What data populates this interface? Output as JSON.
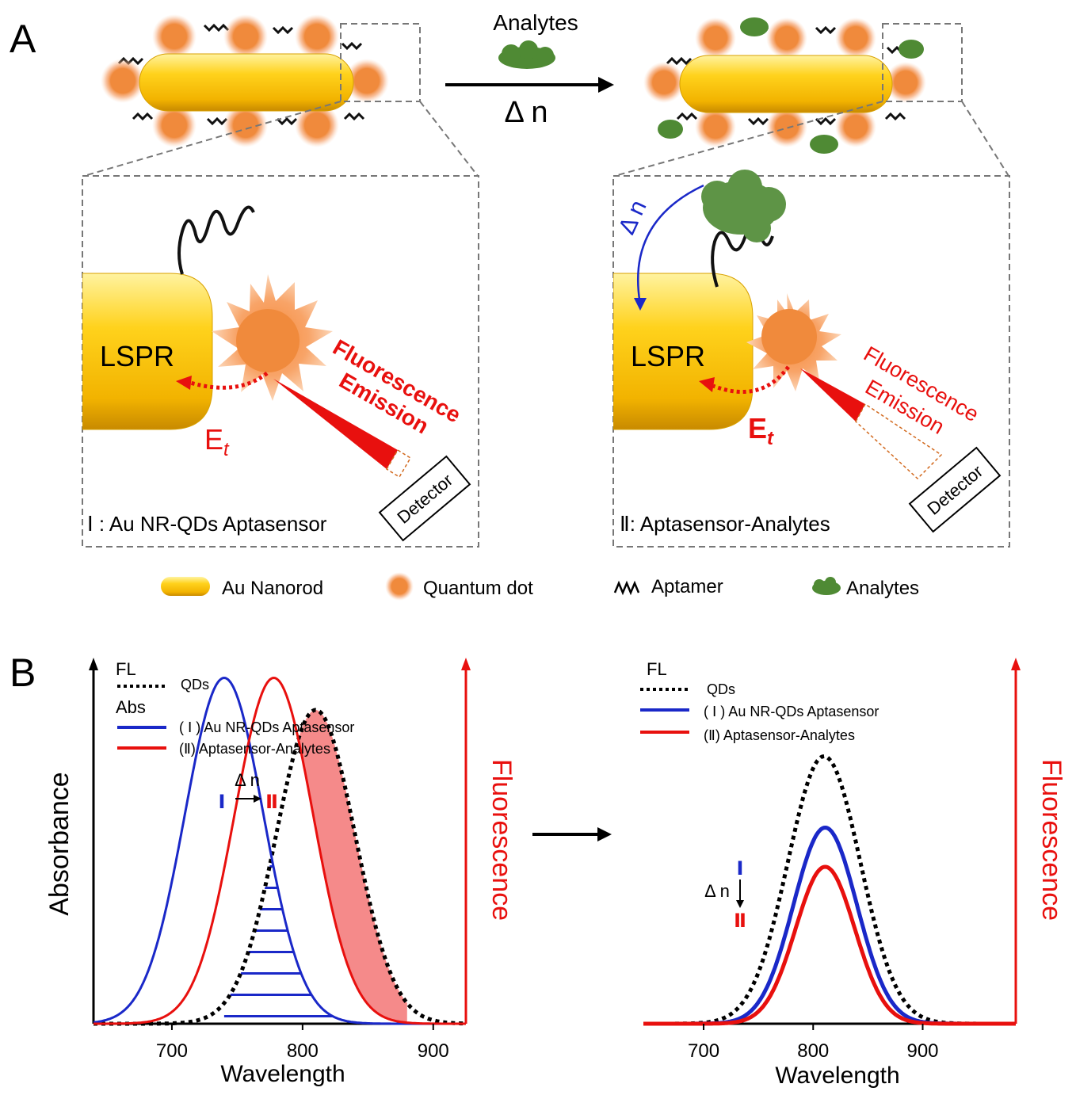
{
  "panel_a": {
    "label": "A",
    "top_arrow": {
      "above": "Analytes",
      "below": "Δ n"
    },
    "box1": {
      "lspr": "LSPR",
      "fl1": "Fluorescence",
      "fl2": "Emission",
      "et": "E",
      "et_sub": "t",
      "detector": "Detector",
      "caption": "Ⅰ : Au NR-QDs Aptasensor"
    },
    "box2": {
      "lspr": "LSPR",
      "fl1": "Fluorescence",
      "fl2": "Emission",
      "et": "E",
      "et_sub": "t",
      "detector": "Detector",
      "caption": "Ⅱ: Aptasensor-Analytes",
      "dn": "Δ n"
    },
    "legend": [
      {
        "label": "Au Nanorod"
      },
      {
        "label": "Quantum dot"
      },
      {
        "label": "Aptamer"
      },
      {
        "label": "Analytes"
      }
    ],
    "colors": {
      "gold": "#f5c000",
      "qd": "#f08a3c",
      "analyte": "#4f8a34",
      "red": "#e8100e",
      "blue": "#1a28c8"
    }
  },
  "panel_b": {
    "label": "B",
    "left_legend": {
      "fl": "FL",
      "qds": "QDs",
      "abs": "Abs",
      "s1": "( Ⅰ ) Au NR-QDs Aptasensor",
      "s2": "(Ⅱ) Aptasensor-Analytes"
    },
    "right_legend": {
      "fl": "FL",
      "qds": "QDs",
      "s1": "( Ⅰ ) Au NR-QDs Aptasensor",
      "s2": "(Ⅱ) Aptasensor-Analytes"
    },
    "left_marks": {
      "i": "Ⅰ",
      "ii": "Ⅱ",
      "dn": "Δ n"
    },
    "right_marks": {
      "i": "Ⅰ",
      "ii": "Ⅱ",
      "dn": "Δ n"
    }
  },
  "chart_data": [
    {
      "type": "line",
      "xlabel": "Wavelength",
      "ylabel": "Absorbance",
      "ylabel2": "Fluorescence",
      "xticks": [
        700,
        800,
        900
      ],
      "xlim": [
        640,
        925
      ],
      "ylim": [
        0,
        1
      ],
      "series": [
        {
          "name": "QDs",
          "style": "dotted",
          "color": "#000000",
          "peak": 810,
          "sigma": 30,
          "amplitude": 0.88
        },
        {
          "name": "( Ⅰ ) Au NR-QDs Aptasensor",
          "color": "#1a28c8",
          "peak": 740,
          "sigma": 30,
          "amplitude": 0.97
        },
        {
          "name": "(Ⅱ) Aptasensor-Analytes",
          "color": "#e8100e",
          "peak": 778,
          "sigma": 30,
          "amplitude": 0.97
        }
      ]
    },
    {
      "type": "line",
      "xlabel": "Wavelength",
      "ylabel2": "Fluorescence",
      "xticks": [
        700,
        800,
        900
      ],
      "xlim": [
        645,
        985
      ],
      "ylim": [
        0,
        1
      ],
      "series": [
        {
          "name": "QDs",
          "style": "dotted",
          "color": "#000000",
          "peak": 810,
          "sigma": 33,
          "amplitude": 0.75
        },
        {
          "name": "( Ⅰ ) Au NR-QDs Aptasensor",
          "color": "#1a28c8",
          "peak": 811,
          "sigma": 29,
          "amplitude": 0.55
        },
        {
          "name": "(Ⅱ) Aptasensor-Analytes",
          "color": "#e8100e",
          "peak": 811,
          "sigma": 27,
          "amplitude": 0.44
        }
      ]
    }
  ]
}
